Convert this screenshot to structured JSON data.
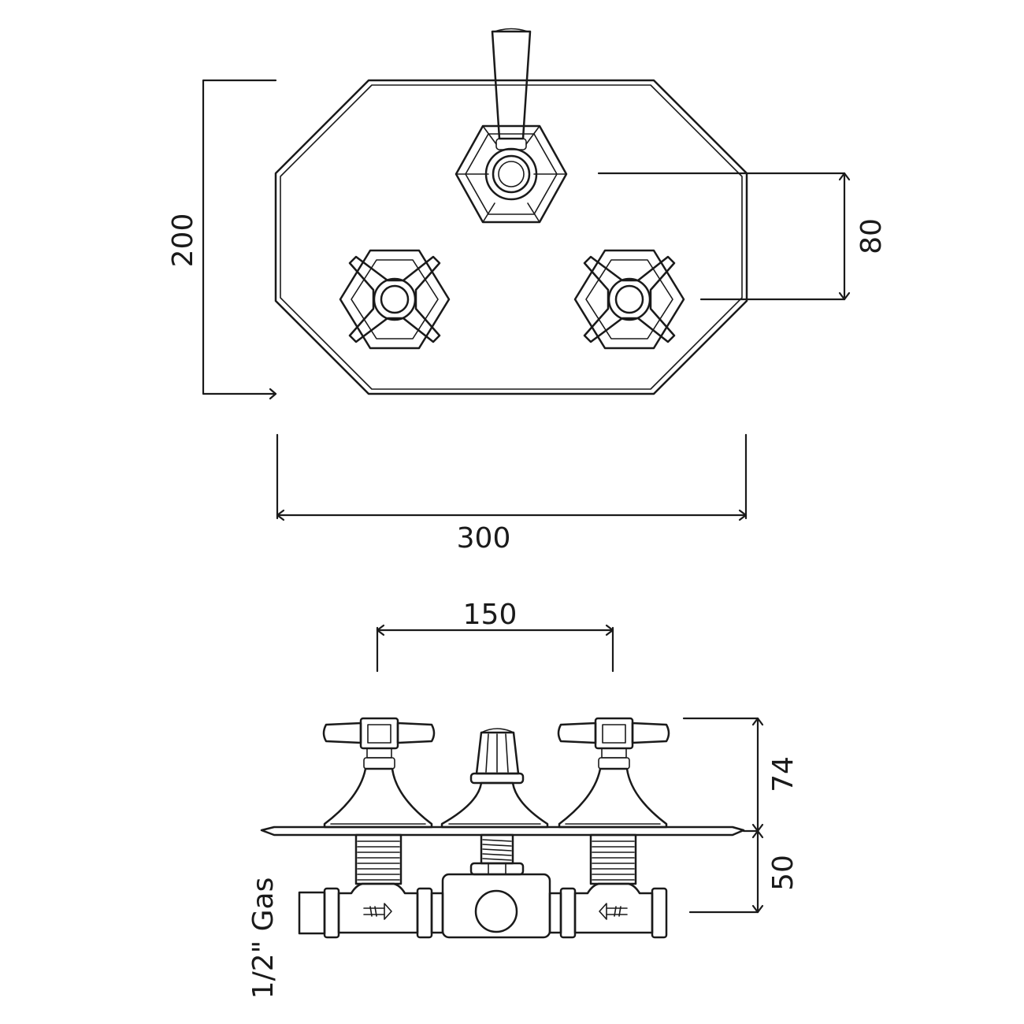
{
  "dimensions": {
    "plate_height": "200",
    "plate_width": "300",
    "valve_offset": "80",
    "valve_spacing": "150",
    "handle_projection": "74",
    "body_depth": "50",
    "connection": "1/2\" Gas"
  },
  "colors": {
    "line": "#1a1a1a",
    "background": "#ffffff"
  }
}
